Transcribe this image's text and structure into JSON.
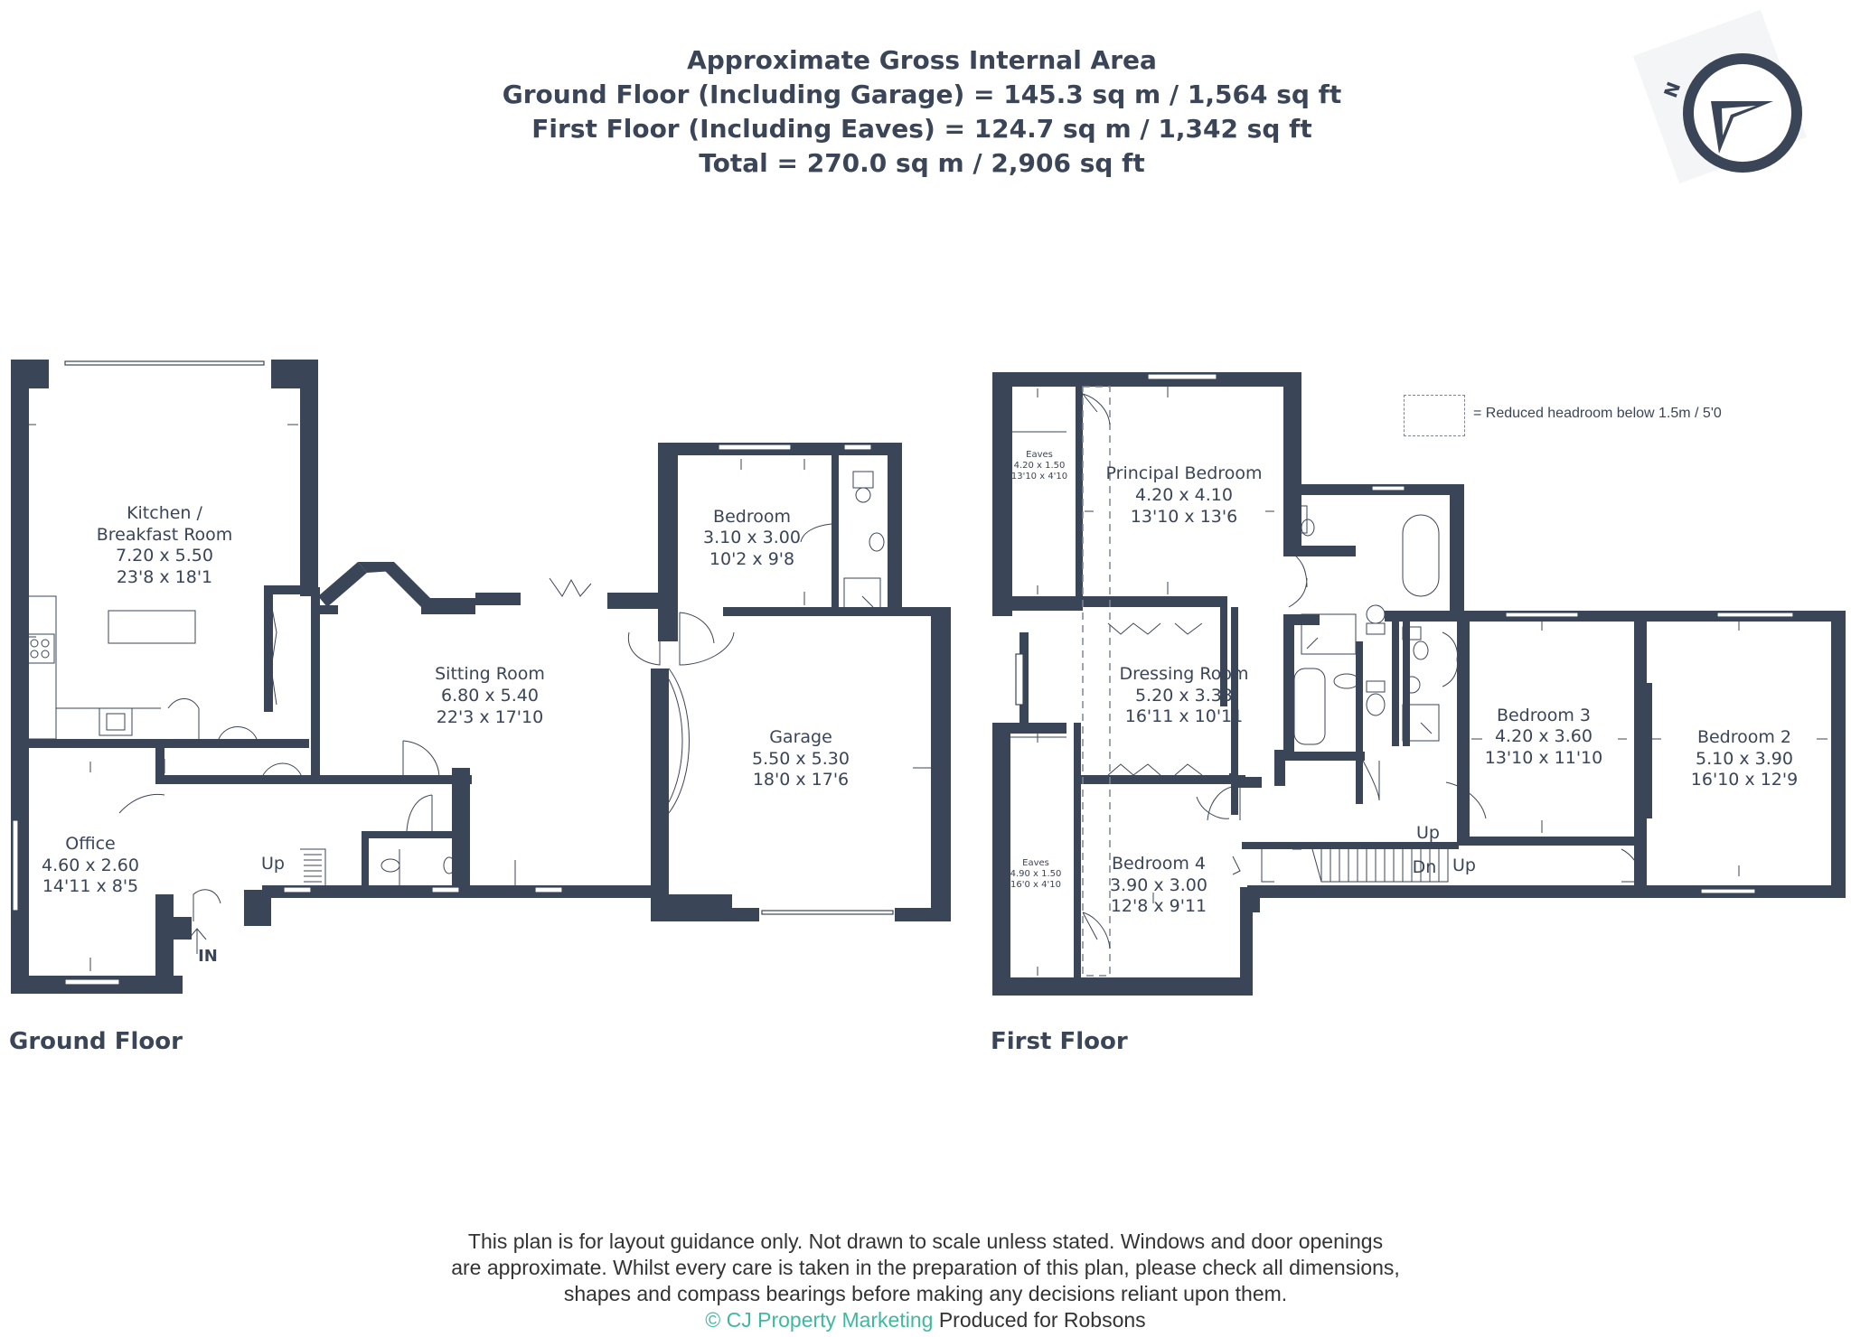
{
  "header": {
    "line1": "Approximate Gross Internal Area",
    "line2": "Ground Floor (Including Garage) = 145.3 sq m / 1,564 sq ft",
    "line3": "First Floor (Including Eaves) = 124.7 sq m / 1,342 sq ft",
    "line4": "Total = 270.0 sq m / 2,906 sq ft"
  },
  "compass": {
    "letter": "N"
  },
  "legend": {
    "text": "= Reduced headroom below 1.5m / 5'0"
  },
  "ground_floor": {
    "label": "Ground Floor",
    "kitchen": {
      "l1": "Kitchen /",
      "l2": "Breakfast Room",
      "l3": "7.20 x 5.50",
      "l4": "23'8 x 18'1"
    },
    "office": {
      "l1": "Office",
      "l2": "4.60 x 2.60",
      "l3": "14'11 x 8'5"
    },
    "sitting": {
      "l1": "Sitting Room",
      "l2": "6.80 x 5.40",
      "l3": "22'3 x 17'10"
    },
    "bedroom": {
      "l1": "Bedroom",
      "l2": "3.10 x 3.00",
      "l3": "10'2 x 9'8"
    },
    "garage": {
      "l1": "Garage",
      "l2": "5.50 x 5.30",
      "l3": "18'0 x 17'6"
    },
    "up": "Up",
    "in": "IN"
  },
  "first_floor": {
    "label": "First Floor",
    "eaves1": {
      "l1": "Eaves",
      "l2": "4.20 x 1.50",
      "l3": "13'10 x 4'10"
    },
    "eaves2": {
      "l1": "Eaves",
      "l2": "4.90 x 1.50",
      "l3": "16'0 x 4'10"
    },
    "principal": {
      "l1": "Principal Bedroom",
      "l2": "4.20 x 4.10",
      "l3": "13'10 x 13'6"
    },
    "dressing": {
      "l1": "Dressing Room",
      "l2": "5.20 x 3.33",
      "l3": "16'11 x 10'11"
    },
    "bed4": {
      "l1": "Bedroom 4",
      "l2": "3.90 x 3.00",
      "l3": "12'8 x 9'11"
    },
    "bed3": {
      "l1": "Bedroom 3",
      "l2": "4.20 x 3.60",
      "l3": "13'10 x 11'10"
    },
    "bed2": {
      "l1": "Bedroom 2",
      "l2": "5.10 x 3.90",
      "l3": "16'10 x 12'9"
    },
    "up1": "Up",
    "dn": "Dn",
    "up2": "Up"
  },
  "footer": {
    "line1": "This plan is for layout guidance only. Not drawn to scale unless stated. Windows and door openings",
    "line2": "are approximate. Whilst every care is taken in the preparation of this plan, please check all dimensions,",
    "line3": "shapes and compass bearings before making any decisions reliant upon them.",
    "copyright": "© CJ Property Marketing",
    "produced": "Produced for Robsons"
  },
  "colors": {
    "wall": "#3a4558",
    "text": "#3a4558",
    "accent": "#3fb8a0"
  }
}
